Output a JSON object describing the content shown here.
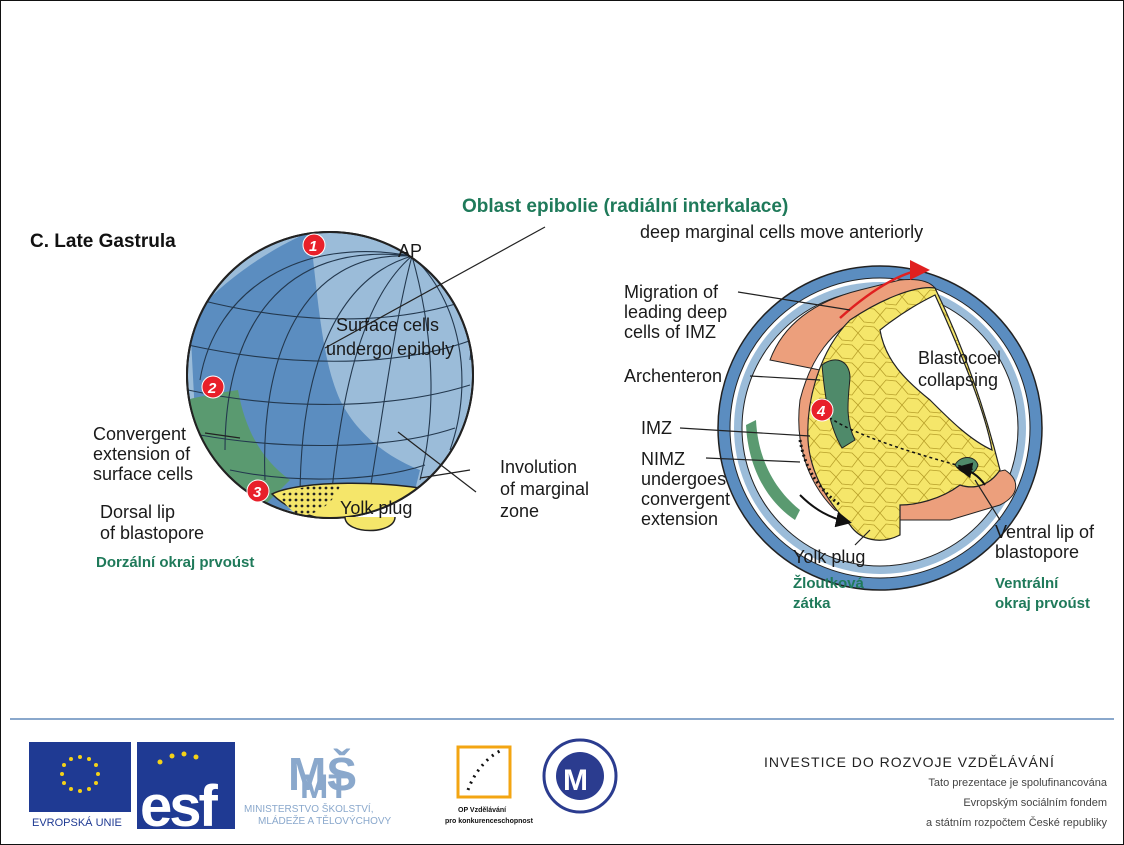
{
  "slide": {
    "heading": "C. Late Gastrula",
    "epiboly_title": "Oblast epibolie (radiální interkalace)",
    "deep_cells_note": "deep marginal cells move anteriorly"
  },
  "left_diagram": {
    "ap": "AP",
    "surface_cells": [
      "Surface cells",
      "undergo epiboly"
    ],
    "convergent": [
      "Convergent",
      "extension of",
      "surface cells"
    ],
    "dorsal_lip": [
      "Dorsal lip",
      "of blastopore"
    ],
    "dorsal_lip_cz": "Dorzální okraj prvoúst",
    "yolk_plug": "Yolk plug",
    "involution": [
      "Involution",
      "of marginal",
      "zone"
    ],
    "markers": [
      "1",
      "2",
      "3"
    ]
  },
  "right_diagram": {
    "migration": [
      "Migration of",
      "leading deep",
      "cells of IMZ"
    ],
    "archenteron": "Archenteron",
    "blastocoel": [
      "Blastocoel",
      "collapsing"
    ],
    "imz": "IMZ",
    "nimz": [
      "NIMZ",
      "undergoes",
      "convergent",
      "extension"
    ],
    "yolk_plug": "Yolk plug",
    "yolk_plug_cz": [
      "Žloutková",
      "zátka"
    ],
    "ventral_lip": [
      "Ventral lip of",
      "blastopore"
    ],
    "ventral_lip_cz": [
      "Ventrální",
      "okraj prvoúst"
    ],
    "marker": "4"
  },
  "footer": {
    "eu_label": "EVROPSKÁ UNIE",
    "esf_label": "esf",
    "msmt_lines": [
      "MINISTERSTVO ŠKOLSTVÍ,",
      "MLÁDEŽE A TĚLOVÝCHOVY"
    ],
    "op_lines": [
      "OP Vzdělávání",
      "pro konkurenceschopnost"
    ],
    "investice": "INVESTICE DO ROZVOJE VZDĚLÁVÁNÍ",
    "cofinance": [
      "Tato prezentace je spolufinancována",
      "Evropským sociálním fondem",
      "a státním rozpočtem České republiky"
    ]
  },
  "colors": {
    "light_blue": "#9bbcd9",
    "dark_blue": "#5b8dc0",
    "green": "#5a9a70",
    "yolk": "#f5e66a",
    "salmon": "#ec9f7c",
    "red_marker": "#e8202a",
    "title_green": "#1f7a5a",
    "footer_line": "#8aa8cc"
  }
}
